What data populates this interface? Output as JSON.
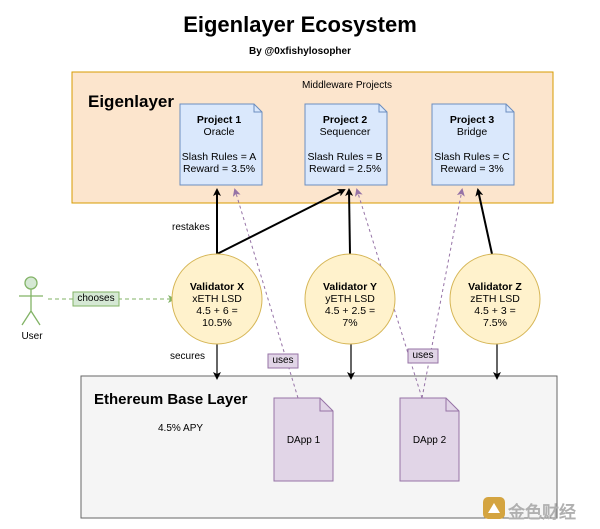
{
  "header": {
    "title": "Eigenlayer Ecosystem",
    "subtitle": "By @0xfishylosopher"
  },
  "eigenlayer": {
    "title": "Eigenlayer",
    "middleware_label": "Middleware Projects",
    "fill": "#fce5cd",
    "stroke": "#d79b00"
  },
  "projects": [
    {
      "name": "Project 1",
      "type": "Oracle",
      "slash": "Slash Rules = A",
      "reward": "Reward = 3.5%"
    },
    {
      "name": "Project 2",
      "type": "Sequencer",
      "slash": "Slash Rules = B",
      "reward": "Reward = 2.5%"
    },
    {
      "name": "Project 3",
      "type": "Bridge",
      "slash": "Slash Rules = C",
      "reward": "Reward = 3%"
    }
  ],
  "validators": [
    {
      "name": "Validator X",
      "lsd": "xETH LSD",
      "calc": "4.5 + 6 =",
      "result": "10.5%"
    },
    {
      "name": "Validator Y",
      "lsd": "yETH LSD",
      "calc": "4.5 + 2.5 =",
      "result": "7%"
    },
    {
      "name": "Validator Z",
      "lsd": "zETH LSD",
      "calc": "4.5 + 3 =",
      "result": "7.5%"
    }
  ],
  "edges": {
    "restakes": "restakes",
    "secures": "secures",
    "chooses": "chooses",
    "uses": "uses"
  },
  "user": {
    "label": "User"
  },
  "base": {
    "title": "Ethereum Base Layer",
    "apy": "4.5% APY",
    "fill": "#f5f5f5",
    "stroke": "#666666"
  },
  "dapps": [
    {
      "label": "DApp 1"
    },
    {
      "label": "DApp 2"
    }
  ],
  "watermark": {
    "text": "金色财经"
  },
  "colors": {
    "doc_fill": "#dae8fc",
    "doc_stroke": "#6c8ebf",
    "validator_fill": "#fff2cc",
    "validator_stroke": "#d6b656",
    "green_fill": "#d5e8d4",
    "green_stroke": "#82b366",
    "purple_fill": "#e1d5e7",
    "purple_stroke": "#9673a6"
  }
}
